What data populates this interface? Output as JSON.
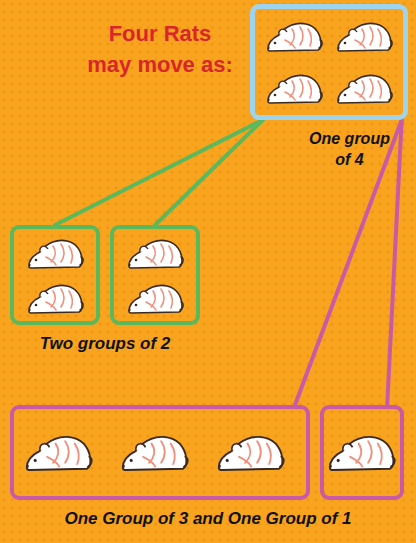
{
  "diagram": {
    "title": "Four Rats may move as:",
    "nodes": [
      {
        "text": [
          "One group of 4"
        ]
      },
      {
        "text": []
      },
      {
        "text": []
      },
      {
        "text": []
      },
      {
        "text": []
      }
    ],
    "edges": [
      {
        "from": 0,
        "to": 1,
        "arrow": "none"
      },
      {
        "from": 0,
        "to": 2,
        "arrow": "none"
      },
      {
        "from": 0,
        "to": 3,
        "arrow": "none"
      },
      {
        "from": 0,
        "to": 4,
        "arrow": "none"
      }
    ],
    "labels": [
      "Two groups of 2",
      "One Group of 3 and One Group of 1"
    ]
  }
}
